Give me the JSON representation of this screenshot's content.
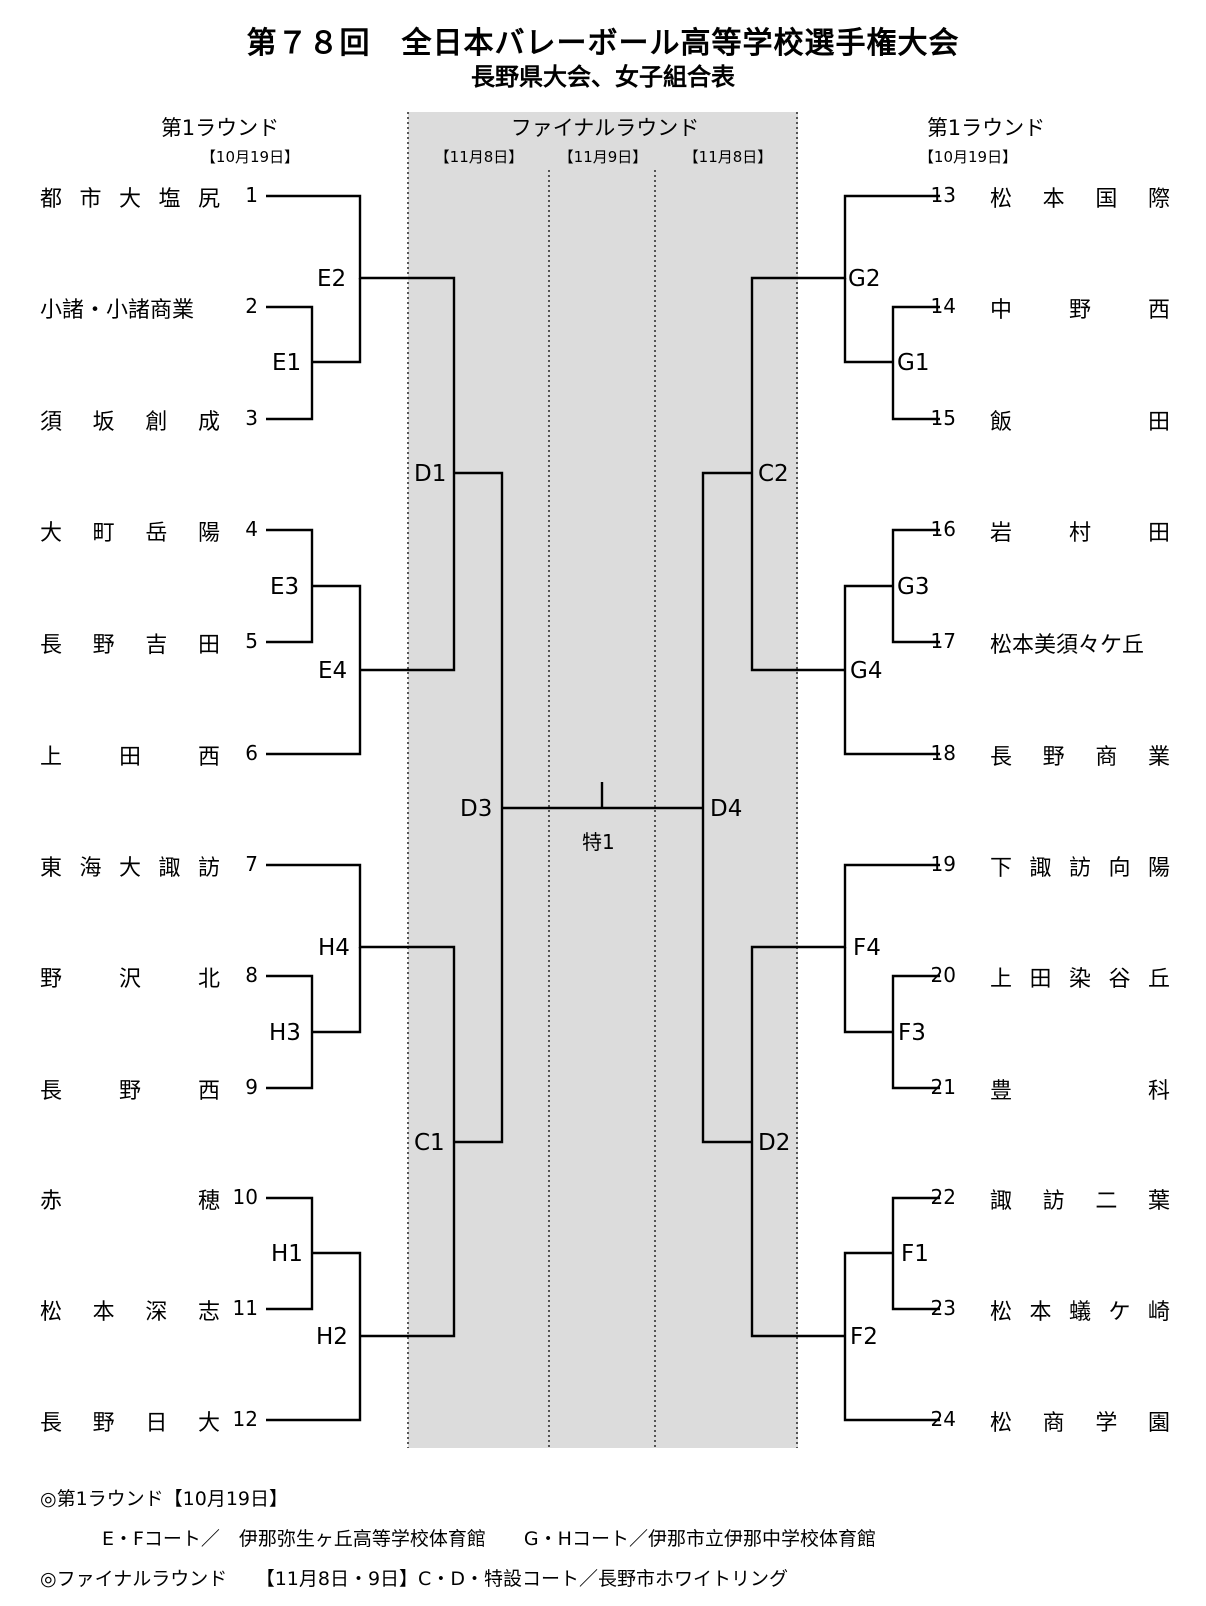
{
  "title": "第７８回　全日本バレーボール高等学校選手権大会",
  "subtitle": "長野県大会、女子組合表",
  "headers": {
    "left_round": "第1ラウンド",
    "left_date": "【10月19日】",
    "final_round": "ファイナルラウンド",
    "final_date_1": "【11月8日】",
    "final_date_2": "【11月9日】",
    "final_date_3": "【11月8日】",
    "right_round": "第1ラウンド",
    "right_date": "【10月19日】"
  },
  "left_teams": [
    {
      "name": "都市大塩尻",
      "num": "1"
    },
    {
      "name": "小諸・小諸商業",
      "num": "2"
    },
    {
      "name": "須坂創成",
      "num": "3"
    },
    {
      "name": "大町岳陽",
      "num": "4"
    },
    {
      "name": "長野吉田",
      "num": "5"
    },
    {
      "name": "上田西",
      "num": "6"
    },
    {
      "name": "東海大諏訪",
      "num": "7"
    },
    {
      "name": "野沢北",
      "num": "8"
    },
    {
      "name": "長野西",
      "num": "9"
    },
    {
      "name": "赤穂",
      "num": "10"
    },
    {
      "name": "松本深志",
      "num": "11"
    },
    {
      "name": "長野日大",
      "num": "12"
    }
  ],
  "right_teams": [
    {
      "name": "松本国際",
      "num": "13"
    },
    {
      "name": "中野西",
      "num": "14"
    },
    {
      "name": "飯田",
      "num": "15"
    },
    {
      "name": "岩村田",
      "num": "16"
    },
    {
      "name": "松本美須々ケ丘",
      "num": "17"
    },
    {
      "name": "長野商業",
      "num": "18"
    },
    {
      "name": "下諏訪向陽",
      "num": "19"
    },
    {
      "name": "上田染谷丘",
      "num": "20"
    },
    {
      "name": "豊科",
      "num": "21"
    },
    {
      "name": "諏訪二葉",
      "num": "22"
    },
    {
      "name": "松本蟻ケ崎",
      "num": "23"
    },
    {
      "name": "松商学園",
      "num": "24"
    }
  ],
  "match_codes": {
    "E1": "E1",
    "E2": "E2",
    "E3": "E3",
    "E4": "E4",
    "H1": "H1",
    "H2": "H2",
    "H3": "H3",
    "H4": "H4",
    "G1": "G1",
    "G2": "G2",
    "G3": "G3",
    "G4": "G4",
    "F1": "F1",
    "F2": "F2",
    "F3": "F3",
    "F4": "F4",
    "C1": "C1",
    "C2": "C2",
    "D1": "D1",
    "D2": "D2",
    "D3": "D3",
    "D4": "D4",
    "final": "特1"
  },
  "notes": {
    "line1": "◎第1ラウンド【10月19日】",
    "line2": "E・Fコート／　伊那弥生ヶ丘高等学校体育館　　G・Hコート／伊那市立伊那中学校体育館",
    "line3": "◎ファイナルラウンド　　【11月8日・9日】C・D・特設コート／長野市ホワイトリング"
  }
}
